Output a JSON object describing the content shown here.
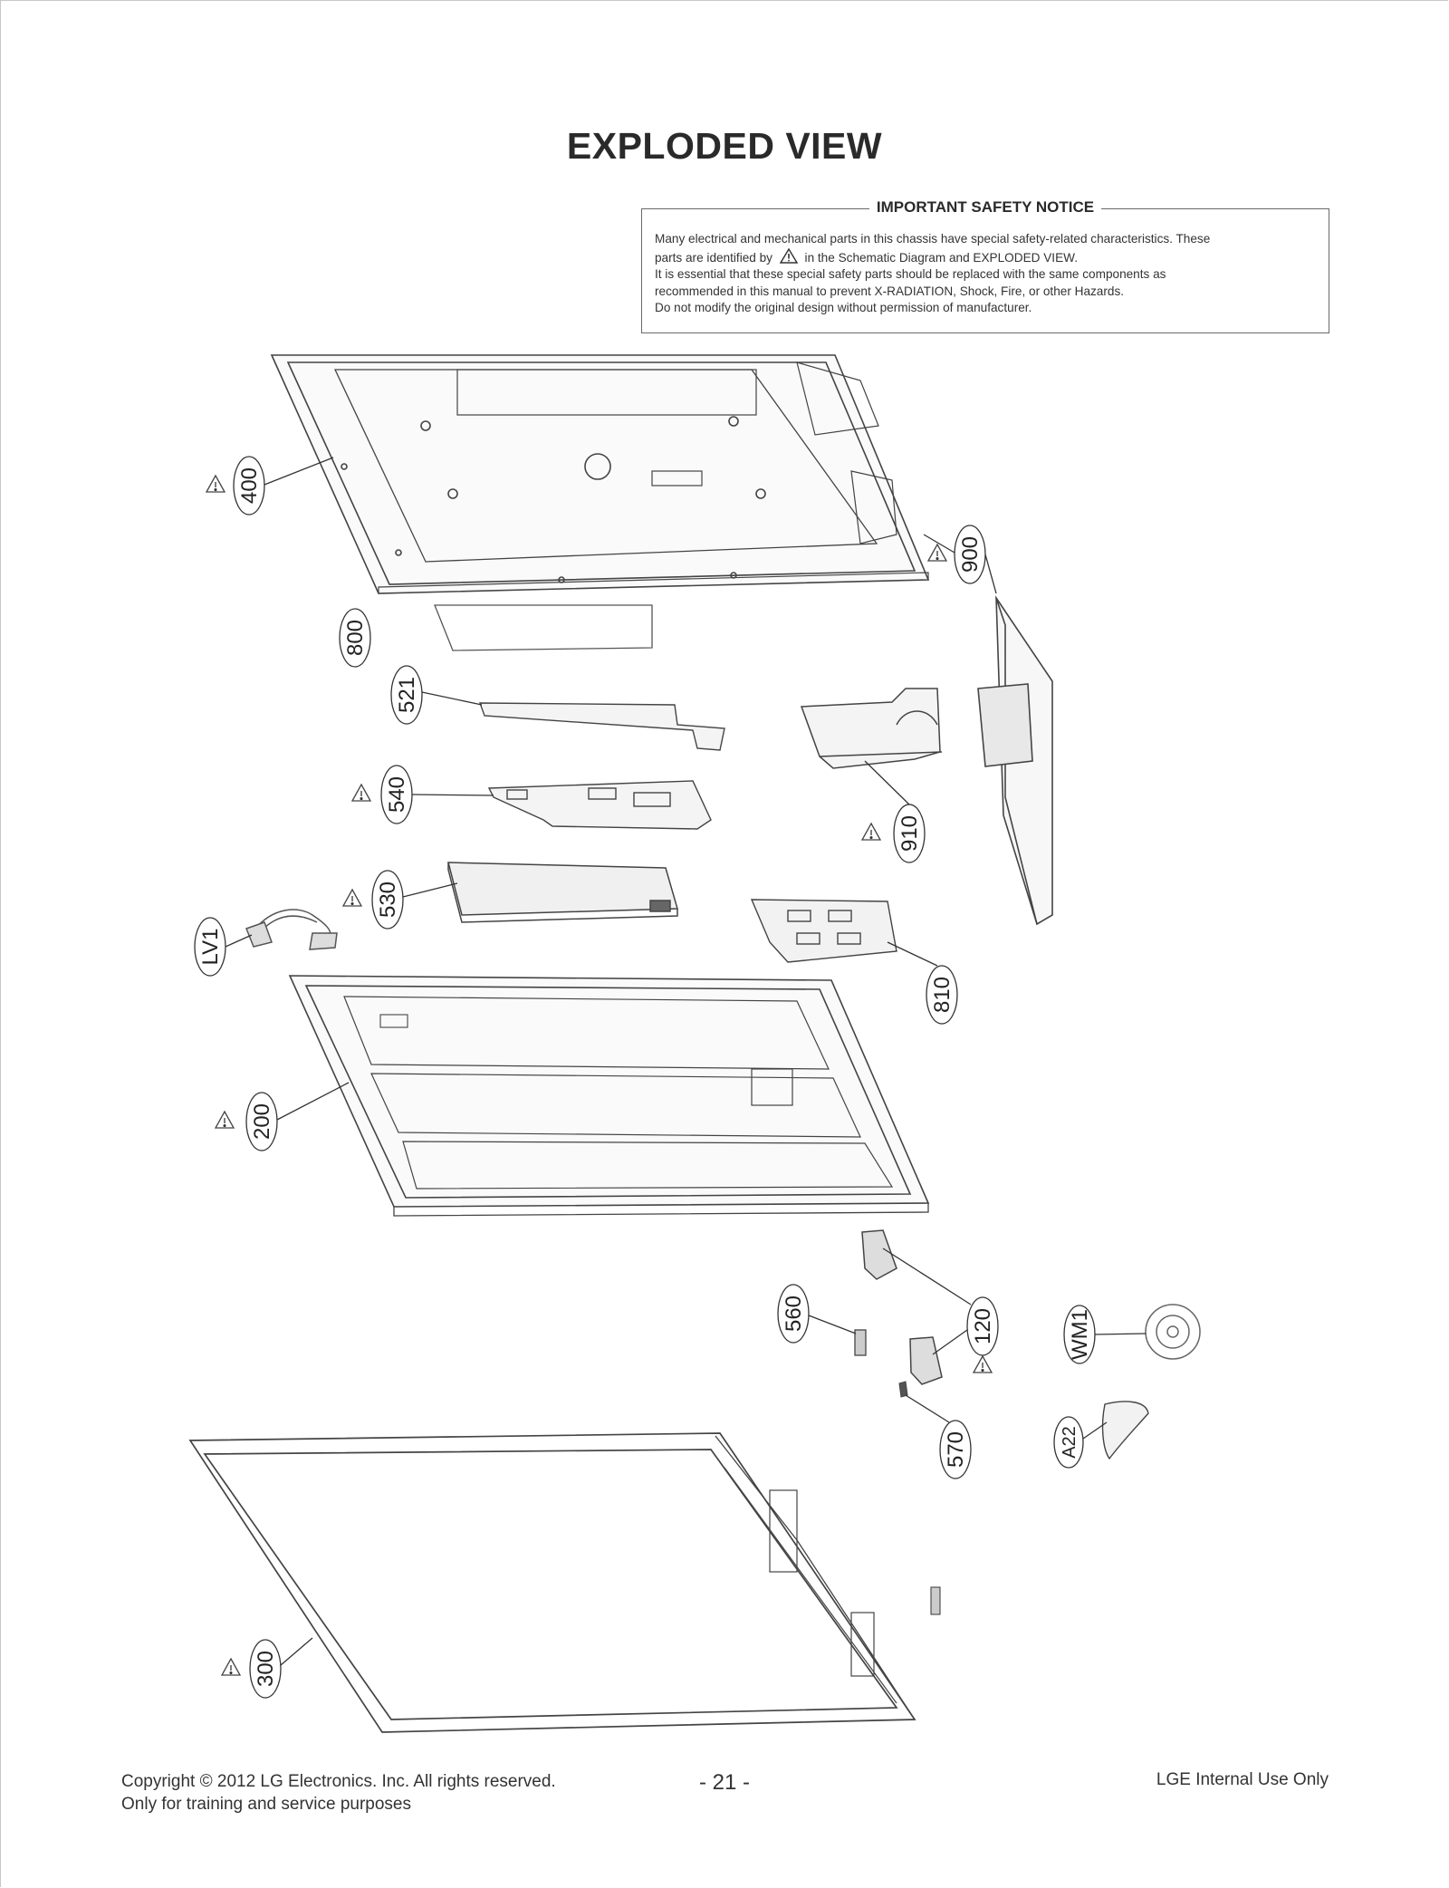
{
  "title": "EXPLODED VIEW",
  "notice": {
    "heading": "IMPORTANT SAFETY NOTICE",
    "line1": "Many electrical and mechanical parts in this chassis have special safety-related characteristics. These",
    "line2a": "parts are identified by",
    "line2b": "in the Schematic Diagram and EXPLODED VIEW.",
    "line3": "It is essential that these special safety parts should be replaced with the same components as",
    "line4": "recommended in this manual to prevent X-RADIATION, Shock, Fire, or other Hazards.",
    "line5": "Do not modify the original design without permission of manufacturer."
  },
  "parts": {
    "p400": "400",
    "p900": "900",
    "p800": "800",
    "p521": "521",
    "p540": "540",
    "p910": "910",
    "p530": "530",
    "pLV1": "LV1",
    "p810": "810",
    "p200": "200",
    "p560": "560",
    "p120": "120",
    "pWM1": "WM1",
    "p570": "570",
    "pA22": "A22",
    "p300": "300"
  },
  "footer": {
    "copyright": "Copyright  © 2012  LG Electronics. Inc. All rights reserved.",
    "purpose": "Only for training and service purposes",
    "page_number": "- 21 -",
    "internal": "LGE Internal Use Only"
  }
}
